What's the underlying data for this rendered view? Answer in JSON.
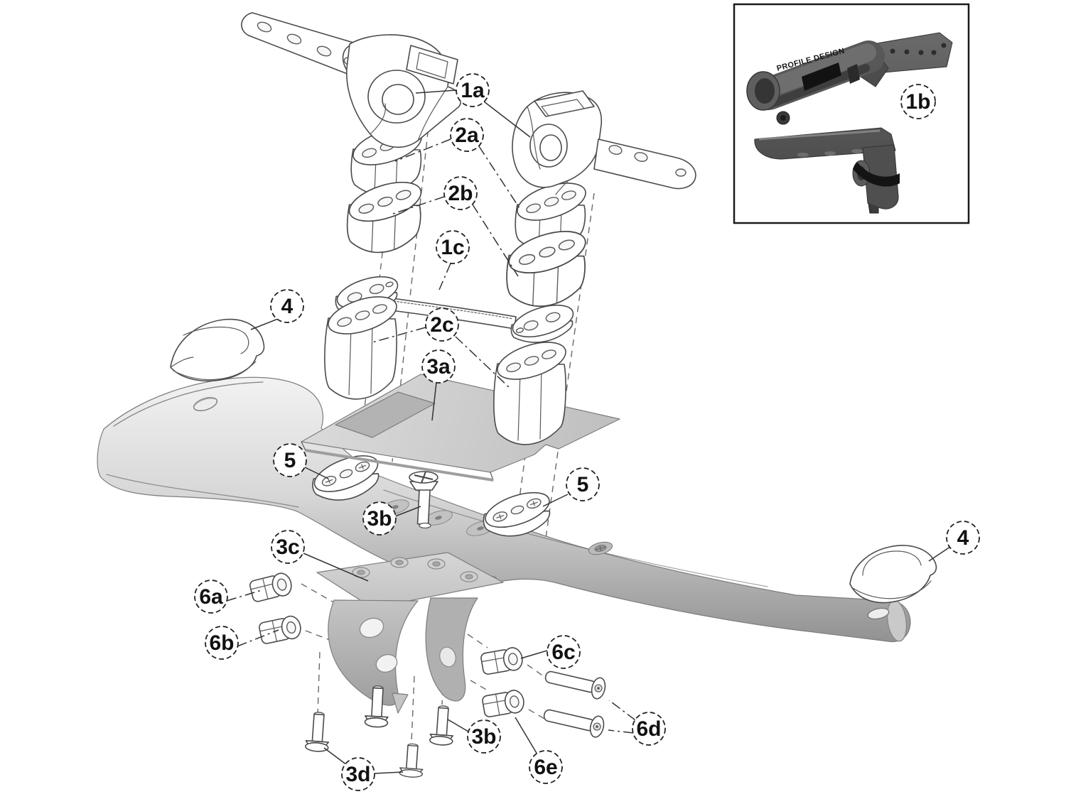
{
  "diagram": {
    "type": "exploded-parts-diagram",
    "colors": {
      "background": "#ffffff",
      "line": "#4a4a4a",
      "metal_light": "#f2f2f2",
      "metal_dark": "#8e8e8e",
      "inset_part": "#575757",
      "callout_text": "#111111"
    },
    "callouts": [
      {
        "label": "1a"
      },
      {
        "label": "2a"
      },
      {
        "label": "2b"
      },
      {
        "label": "1c"
      },
      {
        "label": "2c"
      },
      {
        "label": "3a"
      },
      {
        "label": "4"
      },
      {
        "label": "5"
      },
      {
        "label": "3b"
      },
      {
        "label": "3c"
      },
      {
        "label": "5"
      },
      {
        "label": "4"
      },
      {
        "label": "6a"
      },
      {
        "label": "6b"
      },
      {
        "label": "6c"
      },
      {
        "label": "6d"
      },
      {
        "label": "6e"
      },
      {
        "label": "3d"
      },
      {
        "label": "3b"
      },
      {
        "label": "1b"
      }
    ],
    "inset": {
      "brand": "PROFILE DESIGN"
    }
  }
}
